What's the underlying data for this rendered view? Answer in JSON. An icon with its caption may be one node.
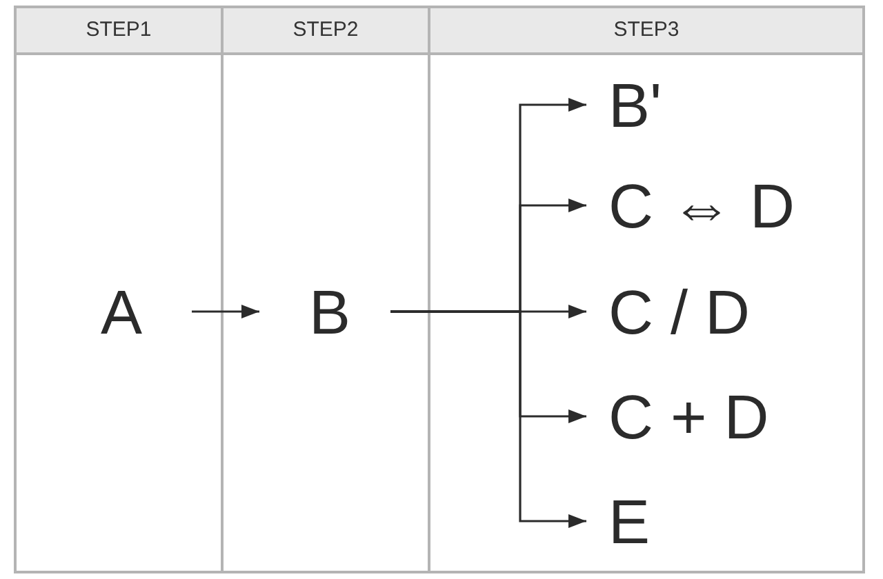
{
  "diagram": {
    "nodes": [
      {
        "text": [
          "STEP1"
        ]
      },
      {
        "text": [
          "STEP2"
        ]
      },
      {
        "text": [
          "STEP3"
        ]
      },
      {
        "text": [
          "A"
        ],
        "in": 0
      },
      {
        "text": [
          "B"
        ],
        "in": 1
      },
      {
        "text": [
          "B'"
        ],
        "in": 2
      },
      {
        "text": [
          "C ⇔ D"
        ],
        "in": 2
      },
      {
        "text": [
          "C / D"
        ],
        "in": 2
      },
      {
        "text": [
          "C + D"
        ],
        "in": 2
      },
      {
        "text": [
          "E"
        ],
        "in": 2
      }
    ],
    "edges": [
      {
        "from": 3,
        "to": 4,
        "arrow": "to"
      },
      {
        "from": 4,
        "to": 5,
        "arrow": "to"
      },
      {
        "from": 4,
        "to": 6,
        "arrow": "to"
      },
      {
        "from": 4,
        "to": 7,
        "arrow": "to"
      },
      {
        "from": 4,
        "to": 8,
        "arrow": "to"
      },
      {
        "from": 4,
        "to": 9,
        "arrow": "to"
      }
    ]
  }
}
